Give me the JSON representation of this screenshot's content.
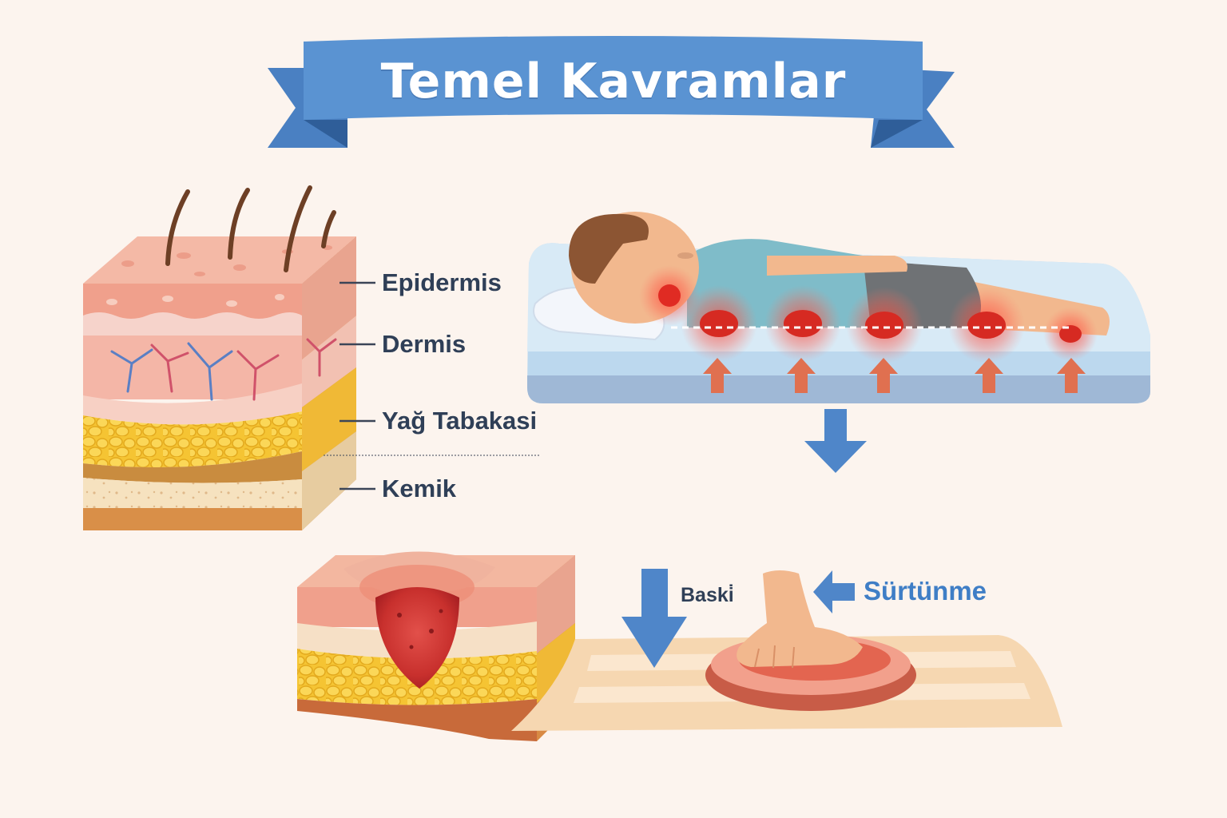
{
  "title": "Temel Kavramlar",
  "skin_layers": {
    "epidermis": "Epidermis",
    "dermis": "Dermis",
    "fat": "Yağ Tabakasi",
    "bone": "Kemik"
  },
  "forces": {
    "pressure": "Baski̇",
    "friction": "Sürtünme"
  },
  "colors": {
    "background": "#fcf4ee",
    "banner": "#5a93d2",
    "arrow_blue": "#4f86c9",
    "pressure_red": "#e03a2c",
    "label_text": "#2f3f57",
    "friction_text": "#3f7ec6"
  },
  "icons": [
    "pressure-arrow-icon",
    "friction-arrow-icon",
    "down-arrow-icon",
    "upward-force-arrow-icon"
  ]
}
